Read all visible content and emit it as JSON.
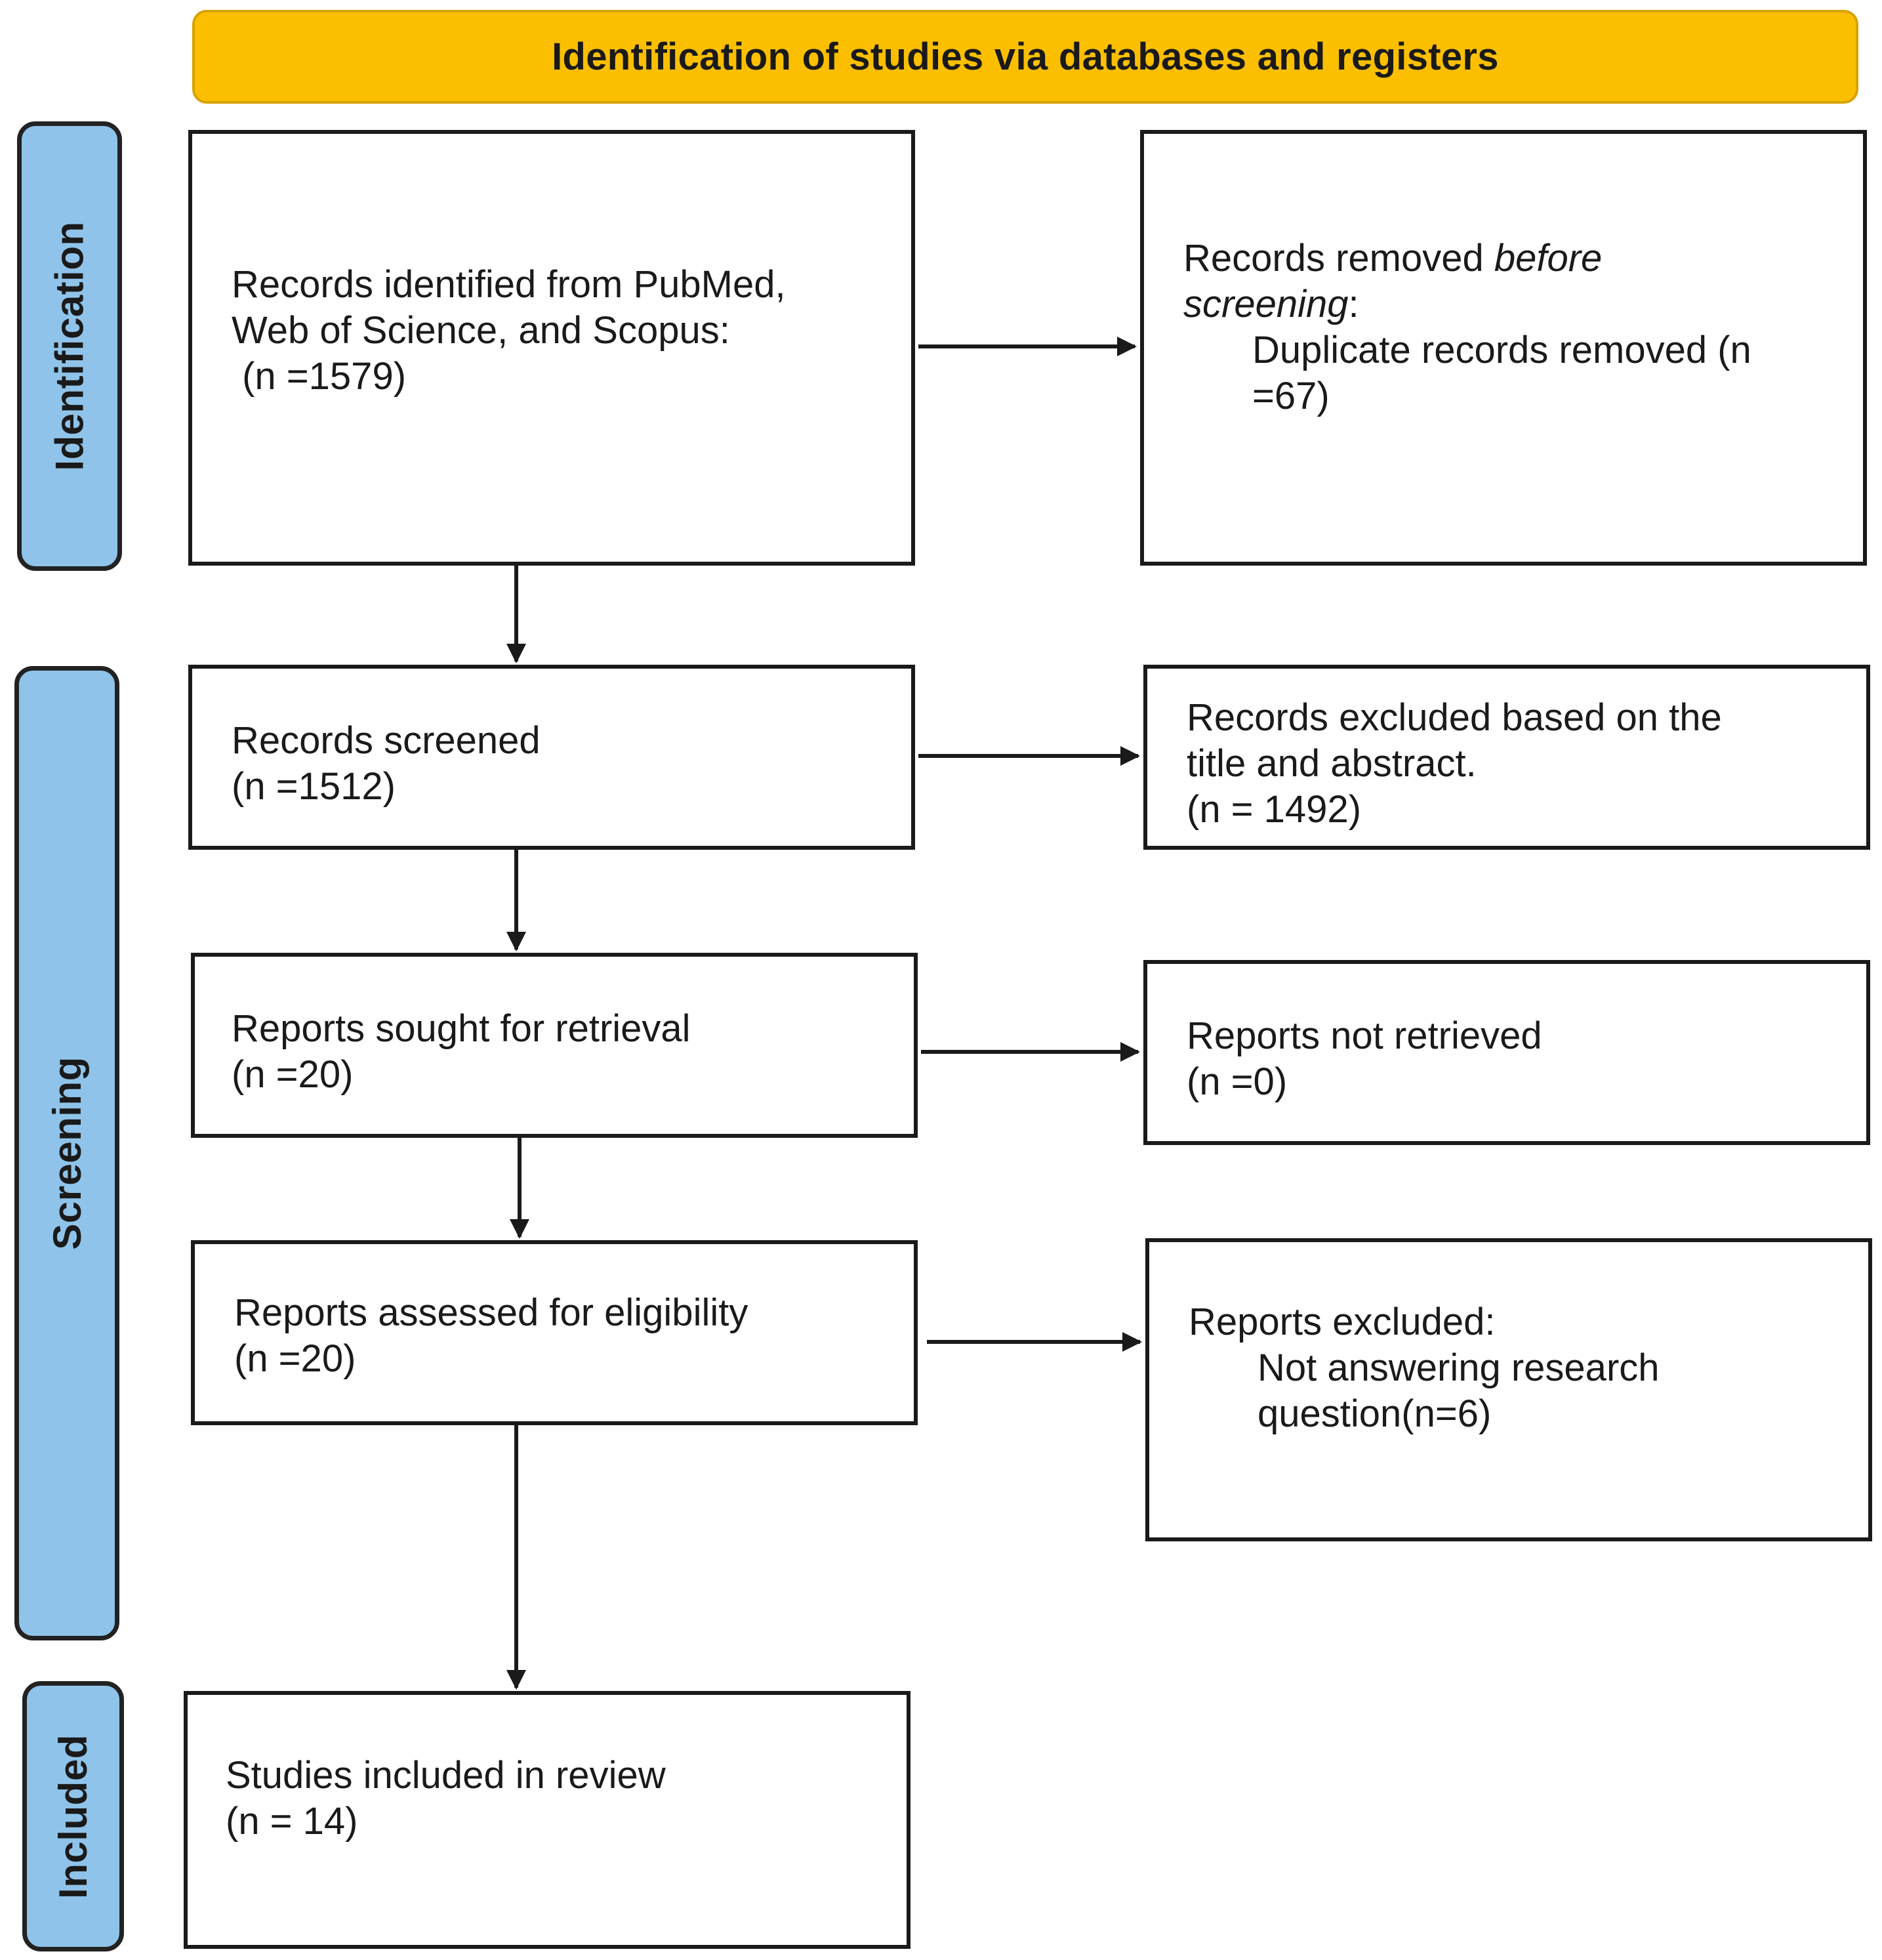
{
  "header": {
    "title": "Identification of studies via databases and registers"
  },
  "phases": {
    "identification": "Identification",
    "screening": "Screening",
    "included": "Included"
  },
  "boxes": {
    "identified": {
      "line1": "Records identified from PubMed,",
      "line2": "Web of Science, and Scopus:",
      "line3": " (n =1579)"
    },
    "removed": {
      "line1_prefix": "Records removed ",
      "line1_emph": "before",
      "line2_emph": "screening",
      "line2_suffix": ":",
      "line3": "Duplicate records removed (n",
      "line4": "=67)"
    },
    "screened": {
      "line1": "Records screened",
      "line2": "(n =1512)"
    },
    "excluded": {
      "line1": "Records excluded based on the",
      "line2": "title and abstract.",
      "line3": "(n = 1492)"
    },
    "sought": {
      "line1": "Reports sought for retrieval",
      "line2": "(n =20)"
    },
    "not_retrieved": {
      "line1": "Reports not retrieved",
      "line2": "(n =0)"
    },
    "assessed": {
      "line1": "Reports assessed for eligibility",
      "line2": "(n =20)"
    },
    "reports_excluded": {
      "line1": "Reports excluded:",
      "line2": "Not answering research",
      "line3": "question(n=6)"
    },
    "included": {
      "line1": "Studies included in review",
      "line2": "(n = 14)"
    }
  },
  "colors": {
    "banner": "#fbbf00",
    "phase_fill": "#8fc3e9",
    "line": "#1a1a1a"
  }
}
